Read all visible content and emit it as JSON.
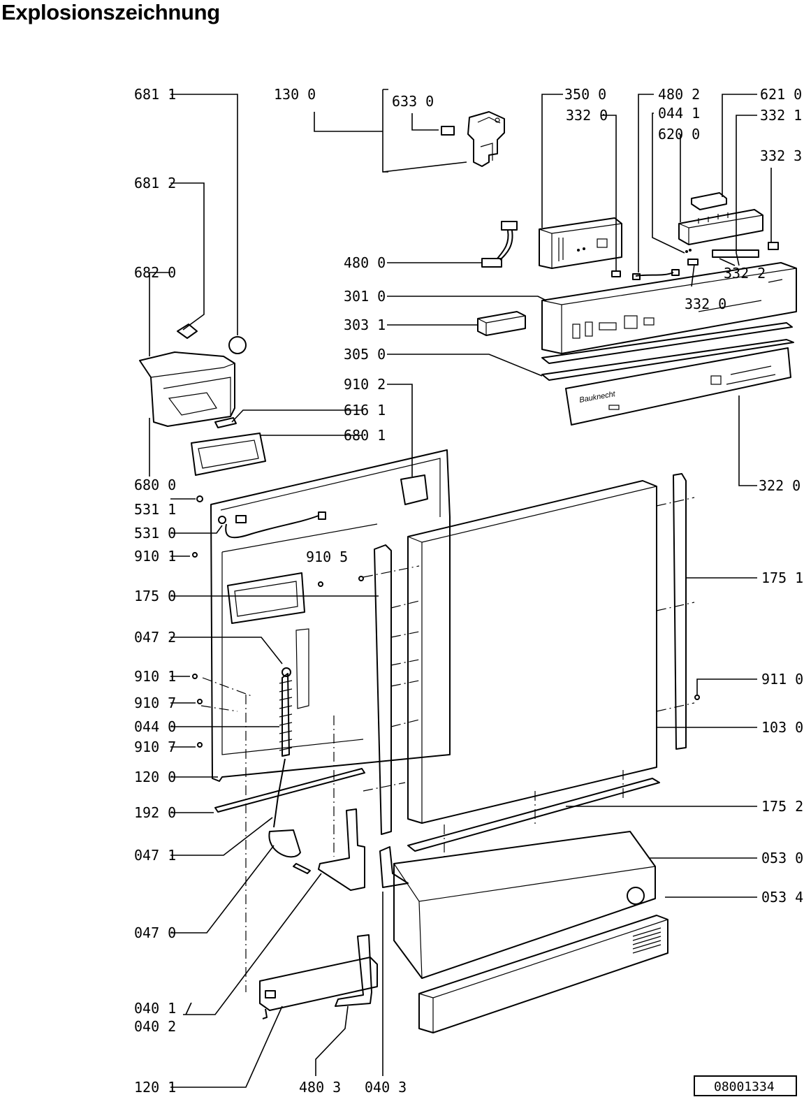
{
  "title": "Explosionszeichnung",
  "drawing_number": "08001334",
  "brand_on_panel": "Bauknecht",
  "labels": [
    {
      "id": "lbl-681-1",
      "text": "681 1"
    },
    {
      "id": "lbl-130-0",
      "text": "130 0"
    },
    {
      "id": "lbl-633-0",
      "text": "633 0"
    },
    {
      "id": "lbl-350-0",
      "text": "350 0"
    },
    {
      "id": "lbl-332-0-a",
      "text": "332 0"
    },
    {
      "id": "lbl-480-2",
      "text": "480 2"
    },
    {
      "id": "lbl-044-1",
      "text": "044 1"
    },
    {
      "id": "lbl-620-0",
      "text": "620 0"
    },
    {
      "id": "lbl-621-0",
      "text": "621 0"
    },
    {
      "id": "lbl-332-1",
      "text": "332 1"
    },
    {
      "id": "lbl-332-3",
      "text": "332 3"
    },
    {
      "id": "lbl-681-2",
      "text": "681 2"
    },
    {
      "id": "lbl-682-0",
      "text": "682 0"
    },
    {
      "id": "lbl-480-0",
      "text": "480 0"
    },
    {
      "id": "lbl-301-0",
      "text": "301 0"
    },
    {
      "id": "lbl-303-1",
      "text": "303 1"
    },
    {
      "id": "lbl-305-0",
      "text": "305 0"
    },
    {
      "id": "lbl-332-0-b",
      "text": "332 0"
    },
    {
      "id": "lbl-332-2",
      "text": "332 2"
    },
    {
      "id": "lbl-910-2",
      "text": "910 2"
    },
    {
      "id": "lbl-616-1",
      "text": "616 1"
    },
    {
      "id": "lbl-680-1",
      "text": "680 1"
    },
    {
      "id": "lbl-680-0",
      "text": "680 0"
    },
    {
      "id": "lbl-322-0",
      "text": "322 0"
    },
    {
      "id": "lbl-531-1",
      "text": "531 1"
    },
    {
      "id": "lbl-531-0",
      "text": "531 0"
    },
    {
      "id": "lbl-910-1-a",
      "text": "910 1"
    },
    {
      "id": "lbl-910-5",
      "text": "910 5"
    },
    {
      "id": "lbl-175-0",
      "text": "175 0"
    },
    {
      "id": "lbl-175-1",
      "text": "175 1"
    },
    {
      "id": "lbl-047-2",
      "text": "047 2"
    },
    {
      "id": "lbl-910-1-b",
      "text": "910 1"
    },
    {
      "id": "lbl-911-0",
      "text": "911 0"
    },
    {
      "id": "lbl-910-7-a",
      "text": "910 7"
    },
    {
      "id": "lbl-044-0",
      "text": "044 0"
    },
    {
      "id": "lbl-103-0",
      "text": "103 0"
    },
    {
      "id": "lbl-910-7-b",
      "text": "910 7"
    },
    {
      "id": "lbl-120-0",
      "text": "120 0"
    },
    {
      "id": "lbl-192-0",
      "text": "192 0"
    },
    {
      "id": "lbl-175-2",
      "text": "175 2"
    },
    {
      "id": "lbl-047-1",
      "text": "047 1"
    },
    {
      "id": "lbl-053-0",
      "text": "053 0"
    },
    {
      "id": "lbl-053-4",
      "text": "053 4"
    },
    {
      "id": "lbl-047-0",
      "text": "047 0"
    },
    {
      "id": "lbl-040-1",
      "text": "040 1 /"
    },
    {
      "id": "lbl-040-2",
      "text": "040 2"
    },
    {
      "id": "lbl-120-1",
      "text": "120 1"
    },
    {
      "id": "lbl-480-3",
      "text": "480 3"
    },
    {
      "id": "lbl-040-3",
      "text": "040 3"
    }
  ]
}
